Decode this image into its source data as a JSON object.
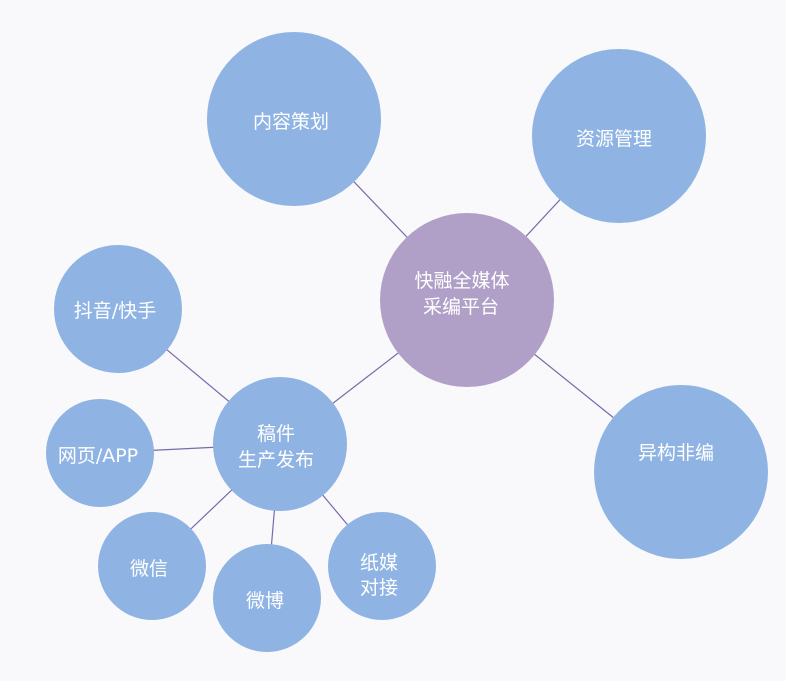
{
  "center": {
    "lines": [
      "快融全媒体",
      "采编平台"
    ]
  },
  "nodes": {
    "content_planning": "内容策划",
    "resource_management": "资源管理",
    "heterogeneous_editing": "异构非编",
    "manuscript": {
      "lines": [
        "稿件",
        "生产发布"
      ]
    },
    "douyin_kuaishou": "抖音/快手",
    "web_app": "网页/APP",
    "wechat": "微信",
    "weibo": "微博",
    "print": {
      "lines": [
        "纸媒",
        "对接"
      ]
    }
  },
  "colors": {
    "node": "#8fb4e3",
    "center": "#b0a0c8",
    "line": "#7a68a8",
    "background": "#f9f9fb"
  }
}
